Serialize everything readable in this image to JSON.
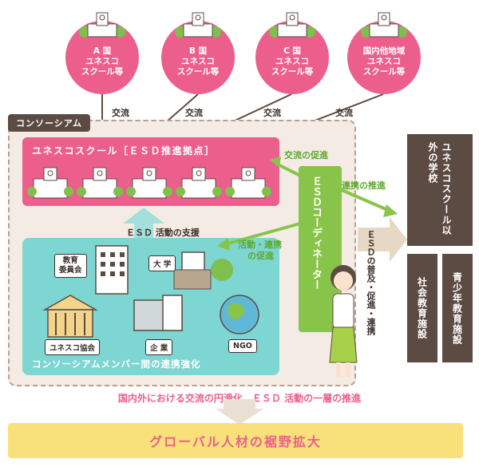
{
  "top_schools": [
    {
      "line1": "A 国",
      "line2": "ユネスコ",
      "line3": "スクール等"
    },
    {
      "line1": "B 国",
      "line2": "ユネスコ",
      "line3": "スクール等"
    },
    {
      "line1": "C 国",
      "line2": "ユネスコ",
      "line3": "スクール等"
    },
    {
      "line1": "国内他地域",
      "line2": "ユネスコ",
      "line3": "スクール等"
    }
  ],
  "exchange_label": "交流",
  "consortium_label": "コンソーシアム",
  "unesco_school_title": "ユネスコスクール［ＥＳＤ推進拠点］",
  "esd_support": "ＥＳＤ 活動の支援",
  "members": {
    "board": "教育\n委員会",
    "university": "大 学",
    "unesco_assoc": "ユネスコ協会",
    "company": "企 業",
    "ngo": "NGO"
  },
  "members_title": "コンソーシアムメンバー間の連携強化",
  "coordinator": "ＥＳＤコーディネーター",
  "promote_exchange": "交流の促進",
  "promote_cooperation": "連携の推進",
  "promote_activity_line1": "活動・連携",
  "promote_activity_line2": "の促進",
  "esd_spread": "ＥＳＤの普及・促進・連携",
  "non_unesco": "ユネスコスクール以外の学校",
  "social_edu": "社会教育施設",
  "youth_edu": "青少年教育施設",
  "bottom_caption": "国内外における交流の円滑化、ＥＳＤ 活動の一層の推進",
  "bottom_banner": "グローバル人材の裾野拡大",
  "colors": {
    "pink": "#ec5f8d",
    "teal": "#7dd6d1",
    "green": "#88c34a",
    "brown": "#5c4b43",
    "yellow": "#f8e07a",
    "beige": "#f4ece4"
  }
}
